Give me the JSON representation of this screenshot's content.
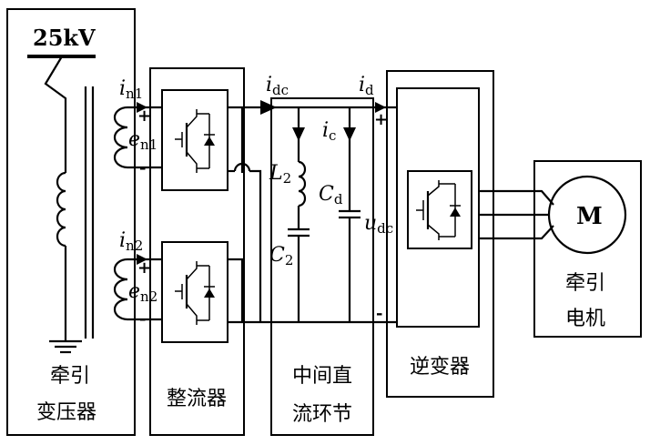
{
  "voltage": "25kV",
  "blocks": {
    "transformer": [
      "牵引",
      "变压器"
    ],
    "rectifier": "整流器",
    "dc_link": [
      "中间直",
      "流环节"
    ],
    "inverter": "逆变器",
    "motor": [
      "牵引",
      "电机"
    ],
    "motor_symbol": "M"
  },
  "symbols": {
    "in1": {
      "main": "i",
      "sub": "n1"
    },
    "en1": {
      "main": "e",
      "sub": "n1"
    },
    "in2": {
      "main": "i",
      "sub": "n2"
    },
    "en2": {
      "main": "e",
      "sub": "n2"
    },
    "idc": {
      "main": "i",
      "sub": "dc"
    },
    "id": {
      "main": "i",
      "sub": "d"
    },
    "ic": {
      "main": "i",
      "sub": "c"
    },
    "L2": {
      "main": "L",
      "sub": "2"
    },
    "C2": {
      "main": "C",
      "sub": "2"
    },
    "Cd": {
      "main": "C",
      "sub": "d"
    },
    "udc": {
      "main": "u",
      "sub": "dc"
    }
  },
  "polarity": {
    "plus": "+",
    "minus": "-"
  }
}
